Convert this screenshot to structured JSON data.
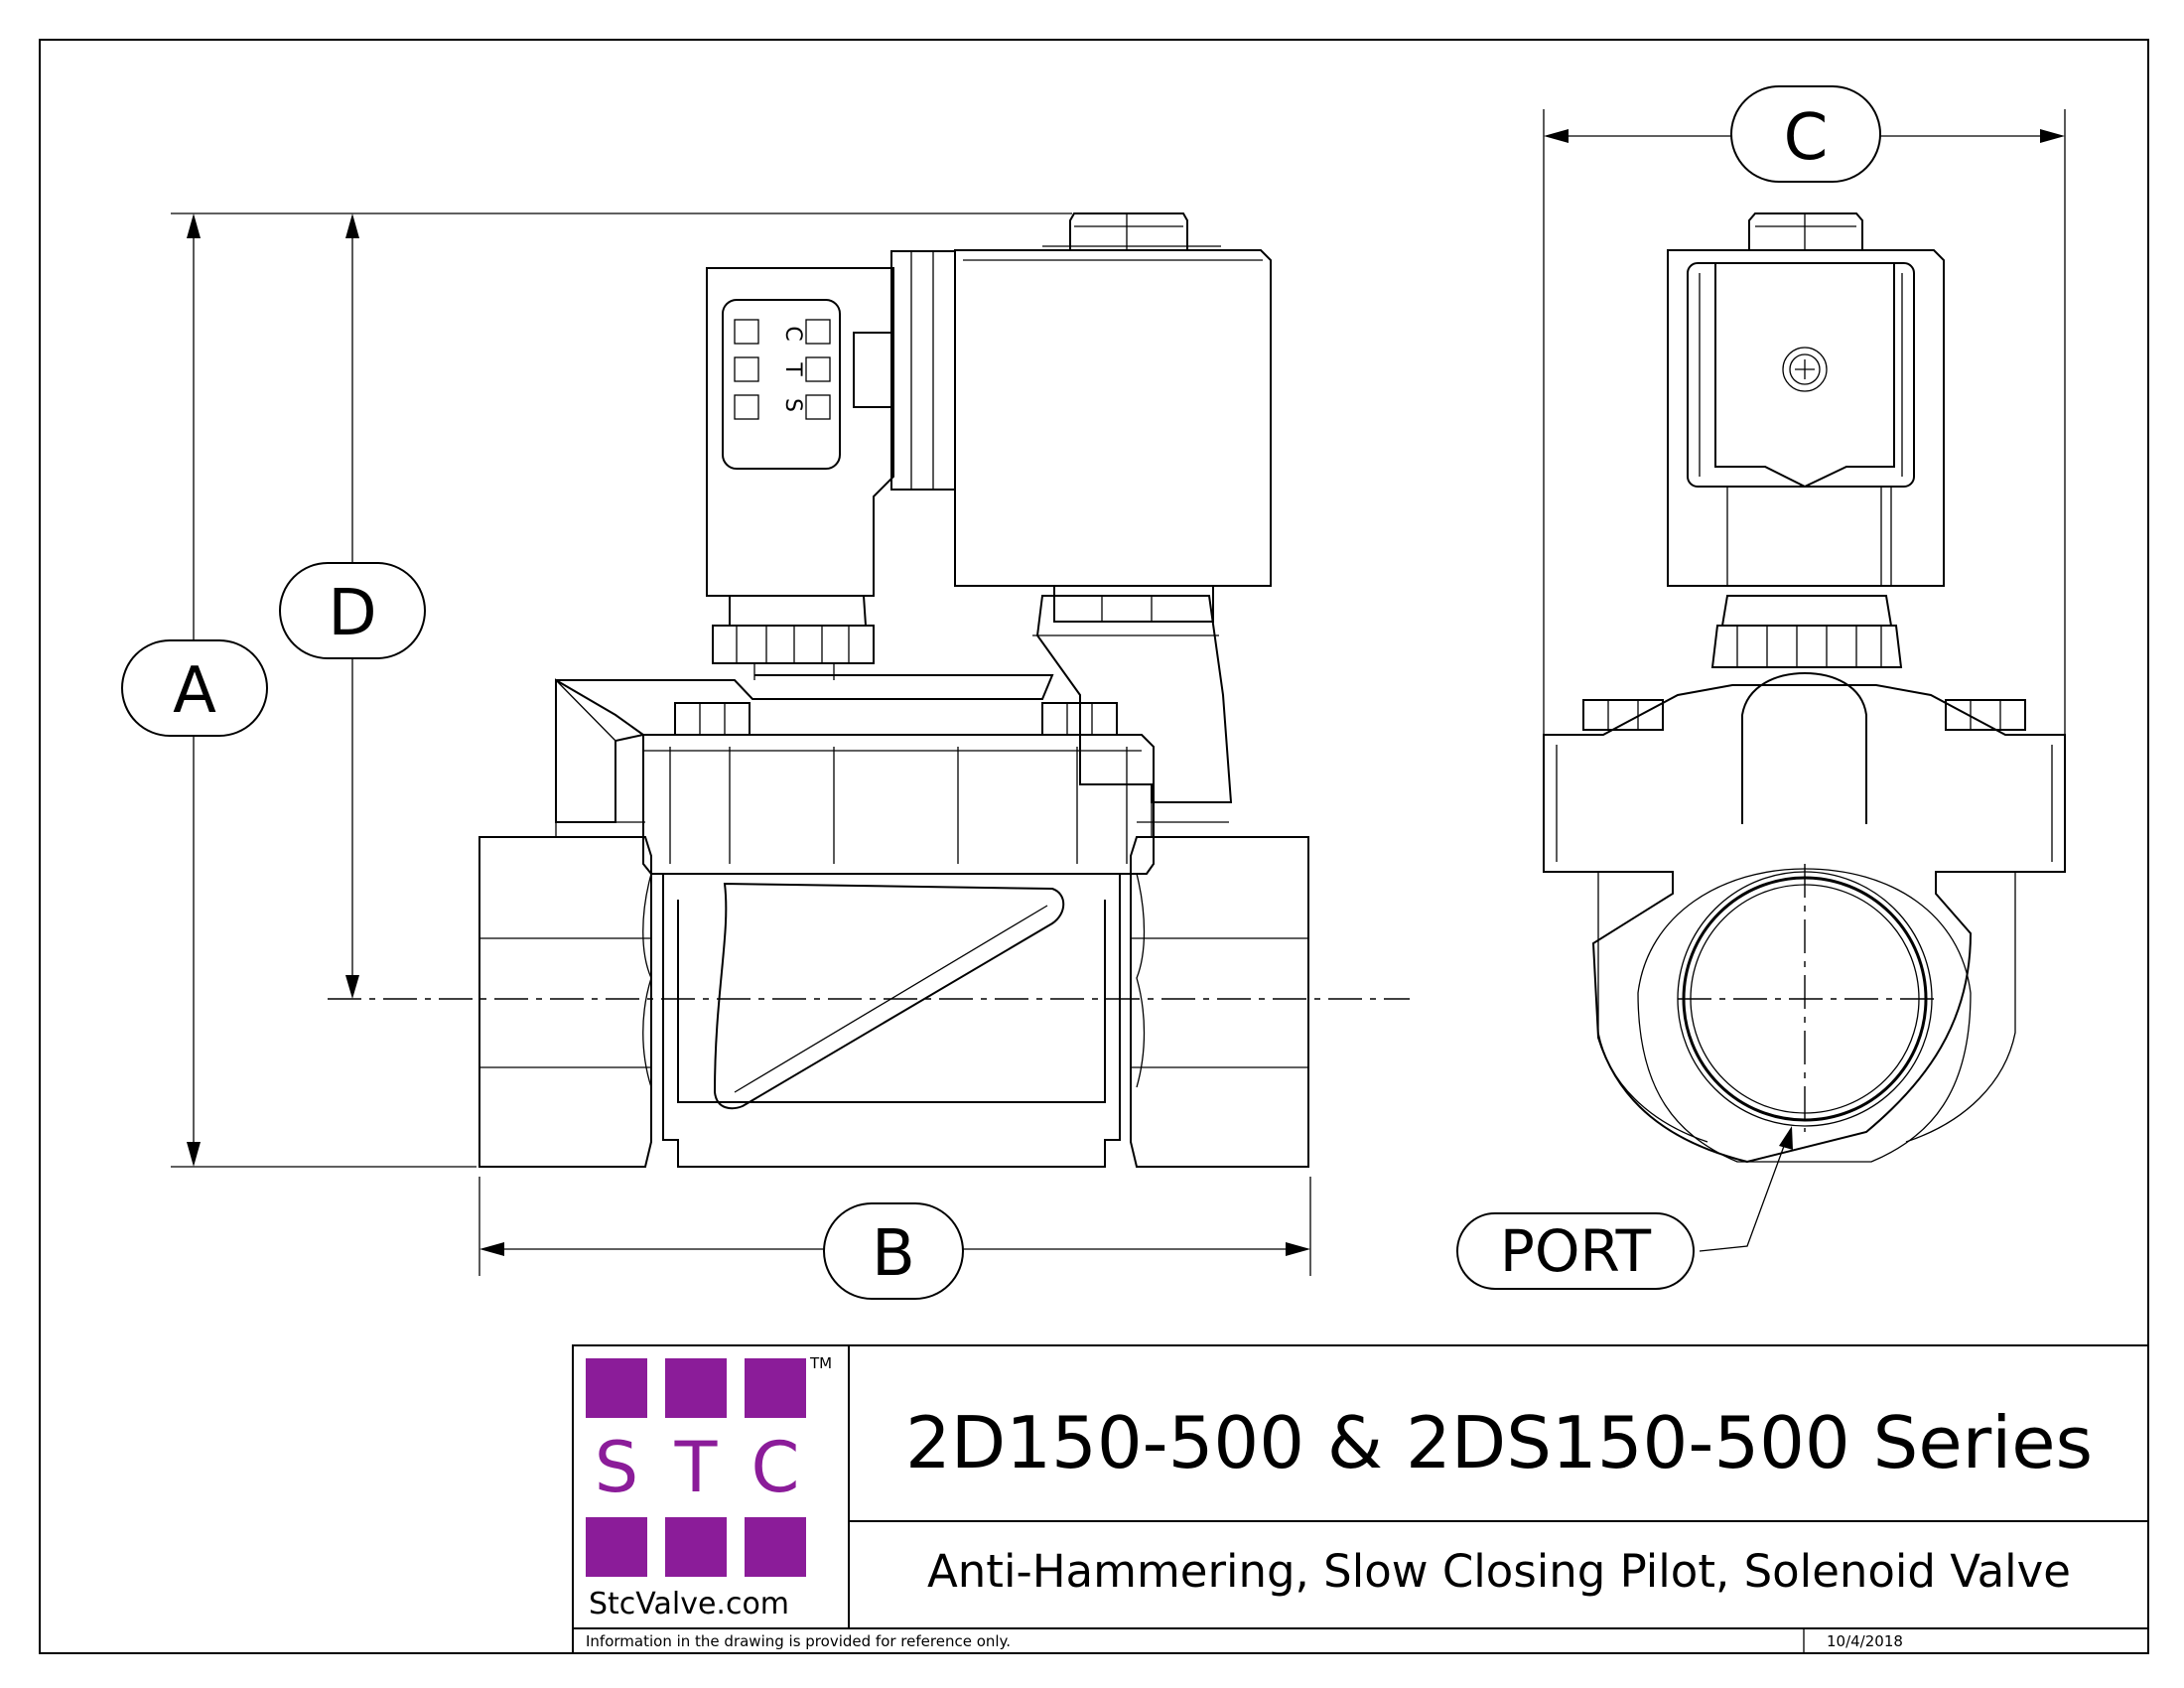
{
  "dimensions": {
    "a": "A",
    "b": "B",
    "c": "C",
    "d": "D",
    "port": "PORT"
  },
  "coil_connector": {
    "letters": [
      "S",
      "T",
      "C"
    ]
  },
  "title_block": {
    "logo": {
      "letters": [
        "S",
        "T",
        "C"
      ],
      "tm": "TM",
      "website": "StcValve.com",
      "color": "#8b1c99"
    },
    "title": "2D150-500 & 2DS150-500 Series",
    "subtitle": "Anti-Hammering, Slow Closing Pilot, Solenoid Valve",
    "disclaimer": "Information in the drawing is provided for reference only.",
    "date": "10/4/2018"
  }
}
